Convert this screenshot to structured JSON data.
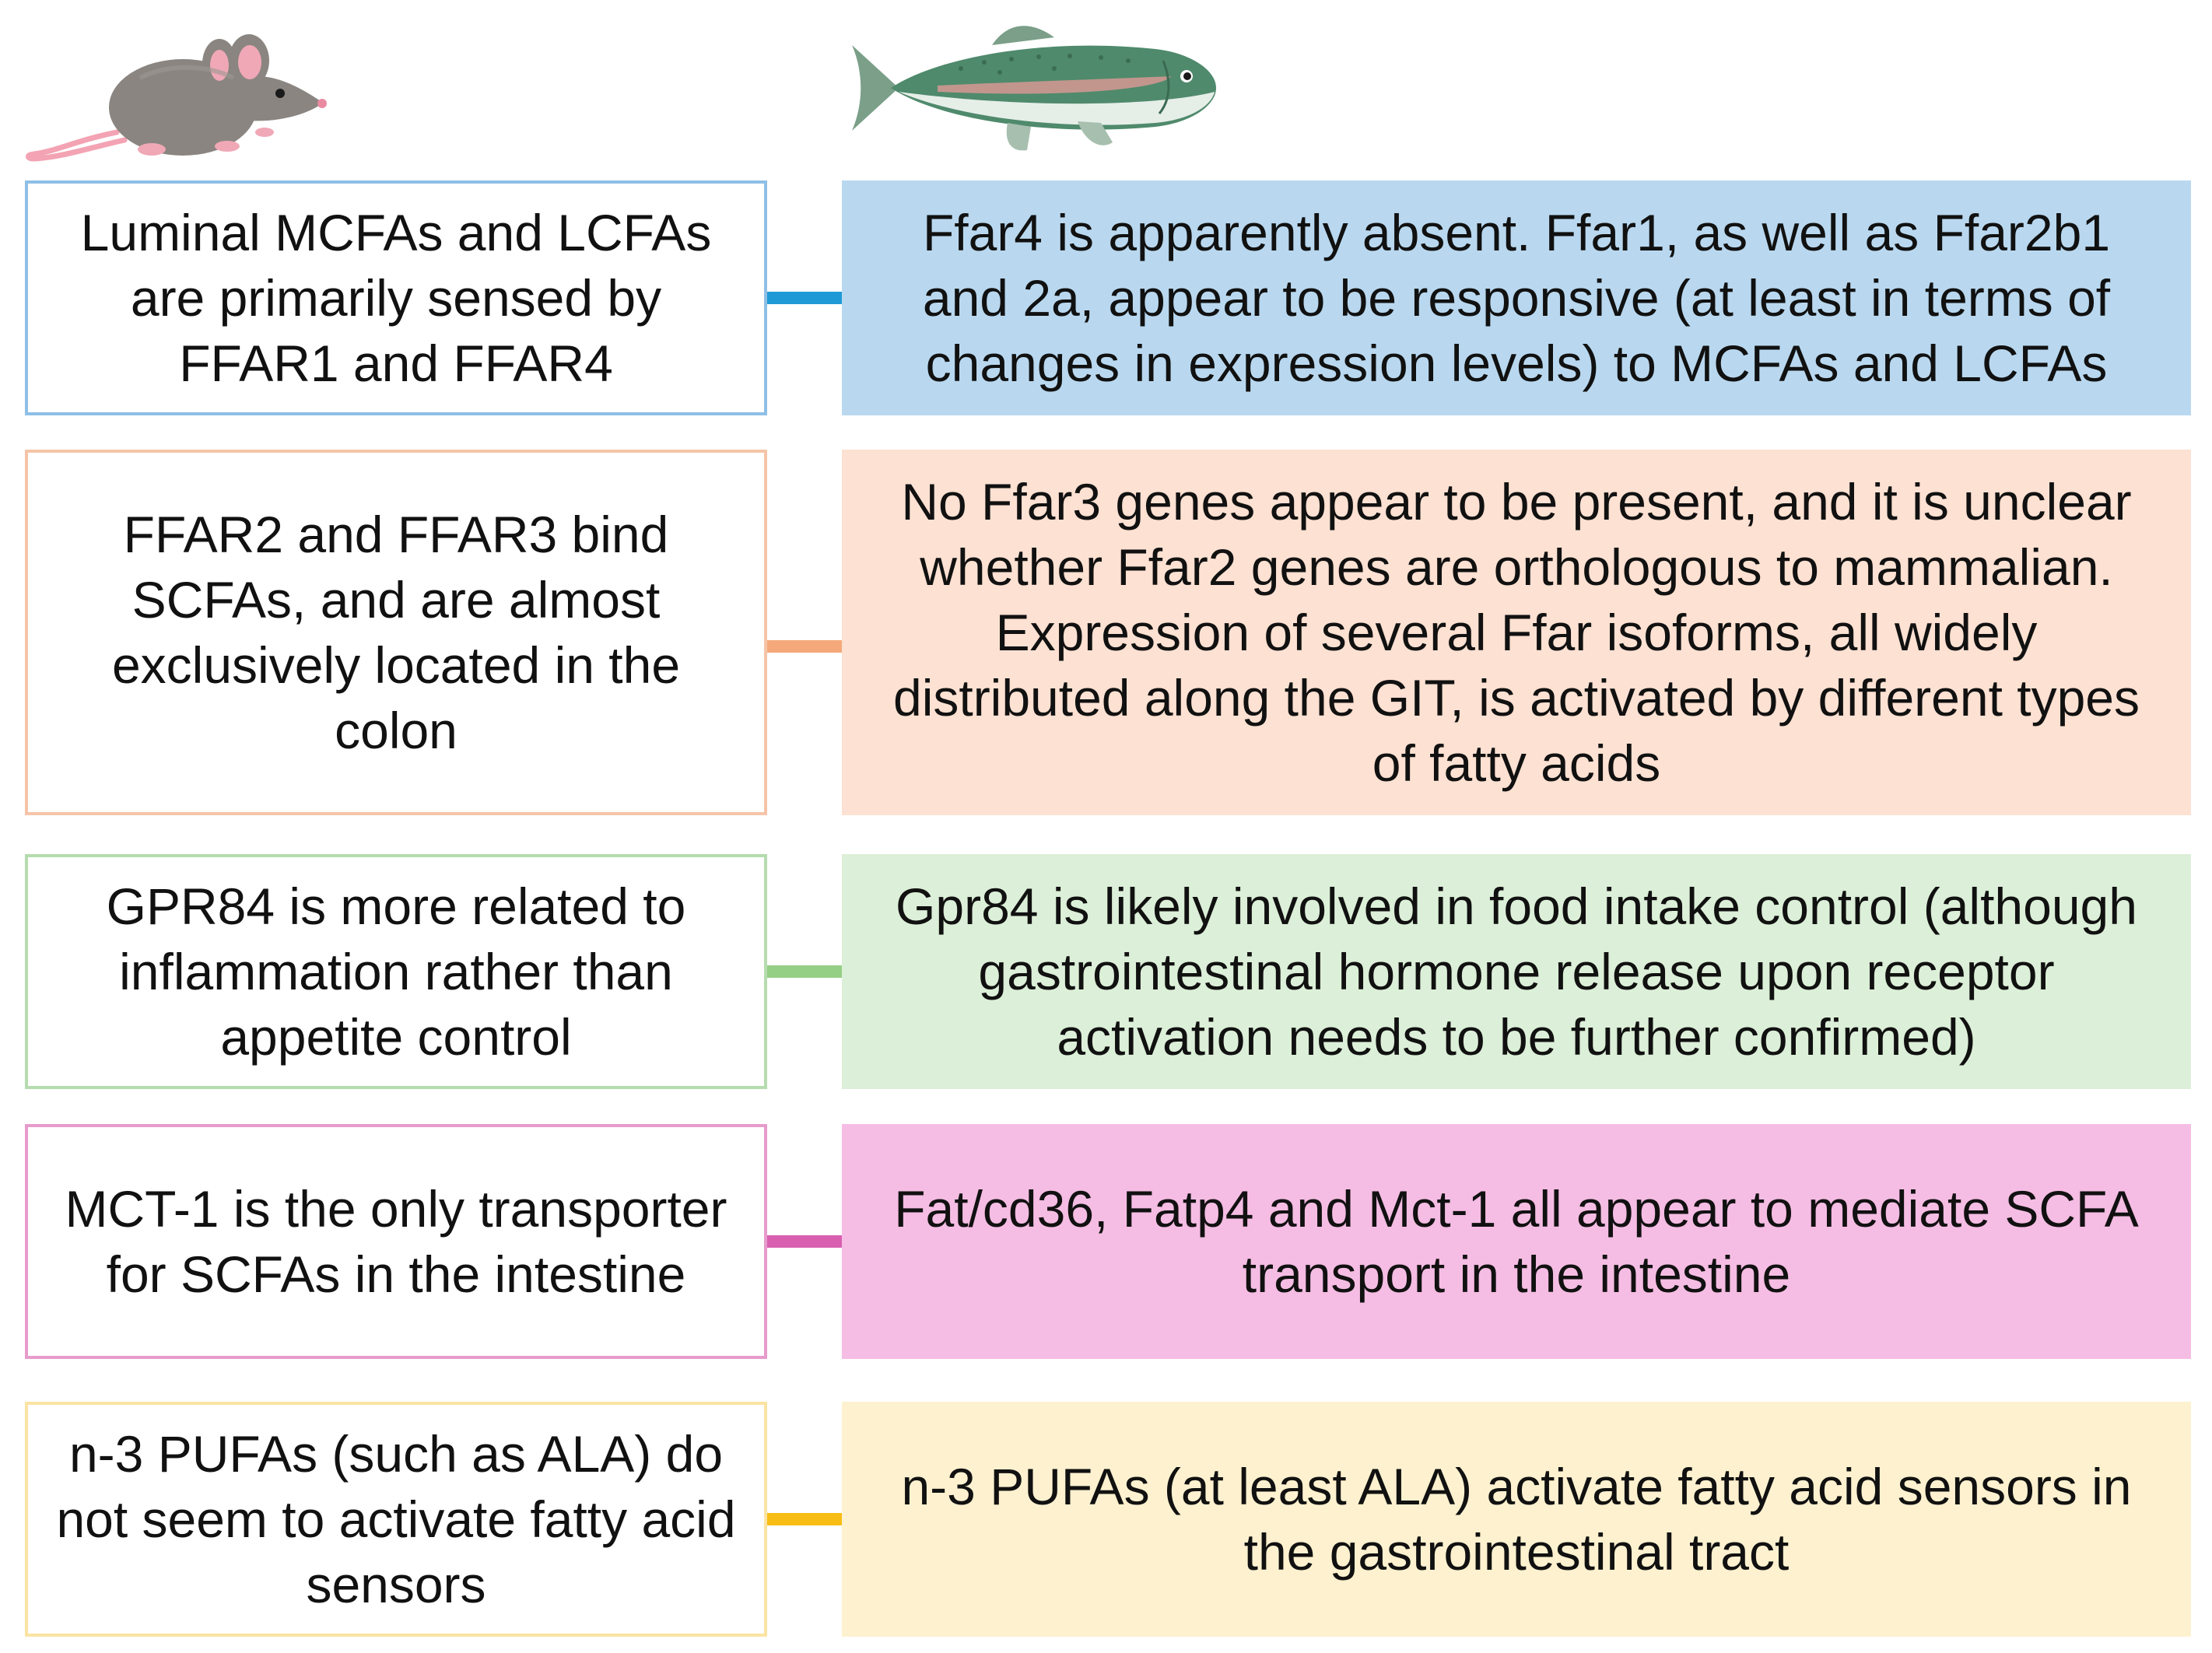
{
  "colors": {
    "blue_border": "#8ebfe6",
    "blue_fill": "#b9d8ef",
    "blue_line": "#1f9ad6",
    "orange_border": "#f5c4a8",
    "orange_fill": "#fde1d2",
    "orange_line": "#f5a97a",
    "green_border": "#b5dcae",
    "green_fill": "#dcefd8",
    "green_line": "#95cf86",
    "pink_border": "#e79bcc",
    "pink_fill": "#f5bde3",
    "pink_line": "#d95fb0",
    "yellow_border": "#fbe3a3",
    "yellow_fill": "#fdf1cf",
    "yellow_line": "#f8bd14"
  },
  "icons": {
    "left_column": "mouse-icon",
    "right_column": "fish-icon"
  },
  "rows": [
    {
      "mammal": "Luminal MCFAs and LCFAs are primarily sensed by FFAR1 and FFAR4",
      "fish": "Ffar4 is apparently absent. Ffar1, as well as Ffar2b1 and 2a, appear to be responsive (at least in terms of changes in expression levels) to MCFAs and LCFAs"
    },
    {
      "mammal": "FFAR2 and FFAR3 bind SCFAs, and are almost exclusively located in the colon",
      "fish": "No Ffar3 genes appear to be present, and it is unclear whether Ffar2 genes are orthologous to mammalian. Expression of several Ffar isoforms, all widely distributed along the GIT, is activated by different types of fatty acids"
    },
    {
      "mammal": "GPR84 is more related to inflammation rather than appetite control",
      "fish": "Gpr84 is likely involved in food intake control (although gastrointestinal hormone release upon receptor activation needs to be further confirmed)"
    },
    {
      "mammal": "MCT-1 is the only transporter for SCFAs in the intestine",
      "fish": "Fat/cd36, Fatp4 and Mct-1 all appear to mediate SCFA transport in the intestine"
    },
    {
      "mammal": "n-3 PUFAs (such as ALA) do not seem to activate fatty acid sensors",
      "fish": "n-3 PUFAs (at least ALA) activate fatty acid sensors in the gastrointestinal tract"
    }
  ]
}
